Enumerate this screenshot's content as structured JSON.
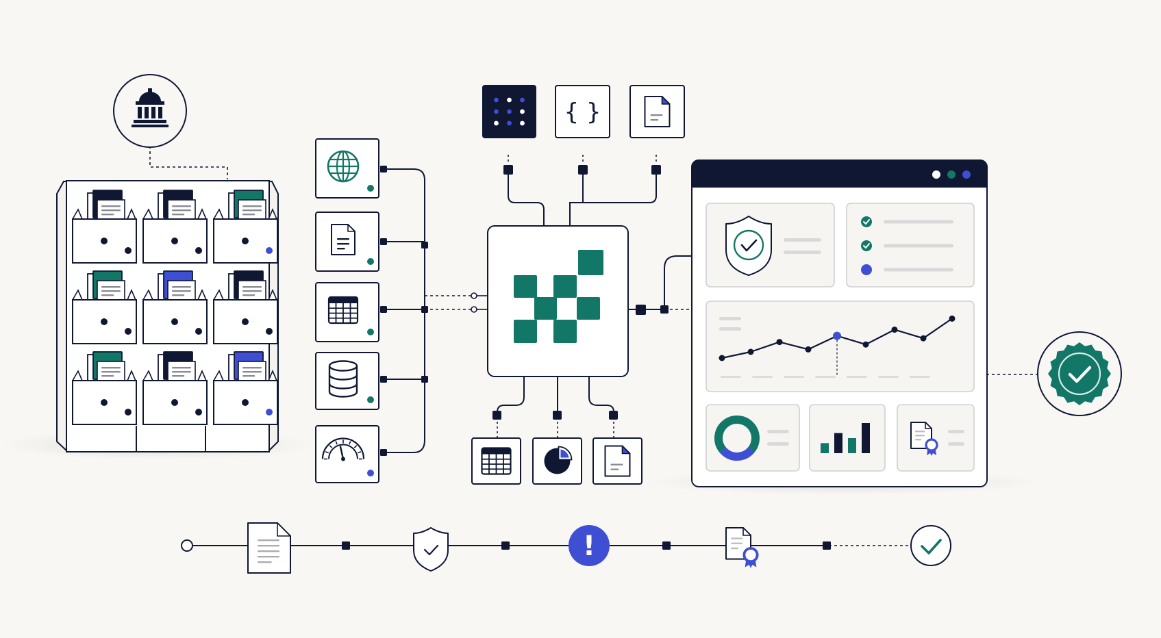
{
  "colors": {
    "background": "#f8f7f4",
    "ink": "#0f1733",
    "teal": "#127766",
    "indigo": "#3f4fd3",
    "card": "#f6f5f2",
    "muted": "#cfd0d2",
    "grey_line": "#d9d9d9"
  },
  "archive": {
    "icon": "institution-icon",
    "drawers": [
      {
        "folder": "ink",
        "badge": "ink"
      },
      {
        "folder": "ink",
        "badge": "ink"
      },
      {
        "folder": "teal",
        "badge": "indigo"
      },
      {
        "folder": "teal",
        "badge": "ink"
      },
      {
        "folder": "indigo",
        "badge": "ink"
      },
      {
        "folder": "ink",
        "badge": "ink"
      },
      {
        "folder": "teal",
        "badge": "ink"
      },
      {
        "folder": "ink",
        "badge": "ink"
      },
      {
        "folder": "indigo",
        "badge": "indigo"
      }
    ]
  },
  "sources": [
    {
      "icon": "globe-icon",
      "badge": "teal"
    },
    {
      "icon": "document-icon",
      "badge": "teal"
    },
    {
      "icon": "table-icon",
      "badge": "teal"
    },
    {
      "icon": "database-icon",
      "badge": "teal"
    },
    {
      "icon": "gauge-icon",
      "badge": "indigo"
    }
  ],
  "outputs_top": [
    {
      "icon": "dot-grid-icon"
    },
    {
      "icon": "code-braces-icon",
      "symbol": "{ }"
    },
    {
      "icon": "document-icon"
    }
  ],
  "outputs_bottom": [
    {
      "icon": "table-icon"
    },
    {
      "icon": "pie-chart-icon"
    },
    {
      "icon": "document-icon"
    }
  ],
  "hub": {
    "icon": "checker-logo-icon"
  },
  "dashboard": {
    "window_dots": [
      "#ffffff",
      "#127766",
      "#3f4fd3"
    ],
    "checklist": [
      "done",
      "done",
      "pending"
    ],
    "line_chart": {
      "values": [
        30,
        40,
        56,
        44,
        66,
        52,
        76,
        62,
        94
      ],
      "highlight_index": 4
    },
    "bar_chart": {
      "values": [
        2,
        4,
        3,
        6
      ]
    },
    "donut": {
      "teal": 0.72,
      "indigo": 0.28
    }
  },
  "verified": {
    "icon": "verified-seal-icon"
  },
  "pipeline": {
    "steps": [
      {
        "icon": "start-node-icon"
      },
      {
        "icon": "document-icon"
      },
      {
        "icon": "shield-check-icon"
      },
      {
        "icon": "alert-icon",
        "symbol": "!"
      },
      {
        "icon": "certificate-icon"
      },
      {
        "icon": "check-circle-icon"
      }
    ]
  }
}
